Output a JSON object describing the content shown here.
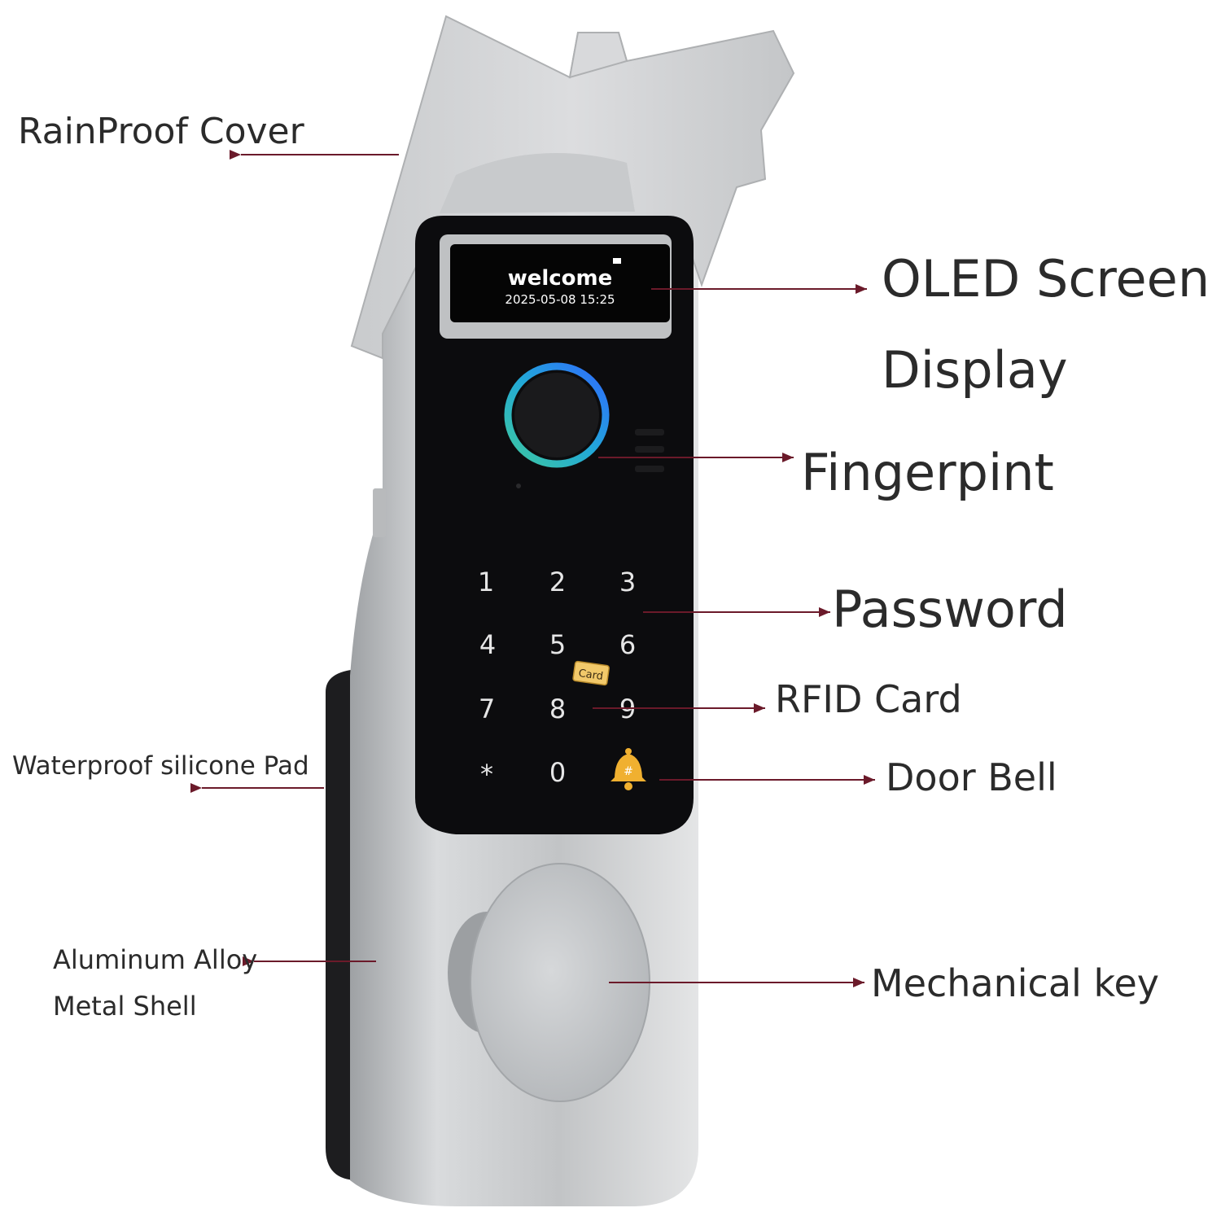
{
  "callouts": {
    "rainproof_cover": "RainProof Cover",
    "oled_line1": "OLED Screen",
    "oled_line2": "Display",
    "fingerprint": "Fingerpint",
    "password": "Password",
    "rfid": "RFID Card",
    "door_bell": "Door Bell",
    "silicone_pad": "Waterproof silicone Pad",
    "alloy_line1": "Aluminum Alloy",
    "alloy_line2": "Metal Shell",
    "mechanical_key": "Mechanical key"
  },
  "screen": {
    "greeting": "welcome",
    "datetime": "2025-05-08 15:25"
  },
  "keypad": {
    "keys": [
      "1",
      "2",
      "3",
      "4",
      "5",
      "6",
      "7",
      "8",
      "9",
      "*",
      "0"
    ],
    "card_badge": "Card",
    "bell_icon": "bell-icon"
  },
  "colors": {
    "callout_line": "#6b1a2a",
    "panel": "#0c0c0e",
    "shell": "#c4c6c8",
    "cover": "#d2d4d6",
    "fingerprint_ring_start": "#3ec9a0",
    "fingerprint_ring_end": "#2f6bff",
    "bell": "#f0b030"
  }
}
